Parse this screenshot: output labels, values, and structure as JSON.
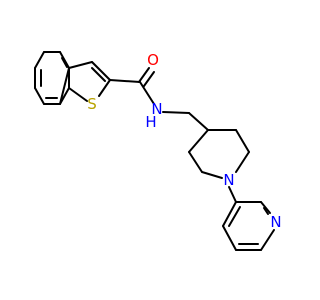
{
  "molecule": {
    "atoms": {
      "oxygen": {
        "symbol": "O",
        "color": "#ff0000"
      },
      "sulfur": {
        "symbol": "S",
        "color": "#b8a300"
      },
      "amide_nitrogen": {
        "symbol": "N",
        "color": "#0000ff"
      },
      "amide_hydrogen": {
        "symbol": "H",
        "color": "#0000ff"
      },
      "piperidine_nitrogen": {
        "symbol": "N",
        "color": "#0000ff"
      },
      "pyridine_nitrogen": {
        "symbol": "N",
        "color": "#0000ff"
      }
    },
    "bond_color": "#000000"
  }
}
